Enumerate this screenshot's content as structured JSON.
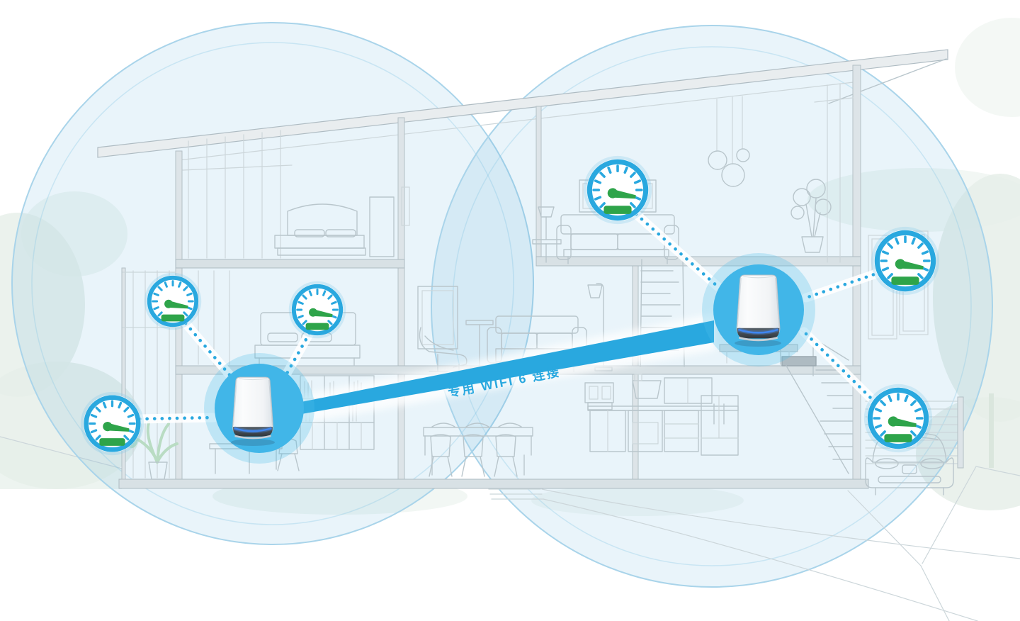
{
  "diagram": {
    "kind": "mesh-wifi-whole-home-coverage-illustration",
    "connection_label": "专用 WIFI 6 连接",
    "links": {
      "backhaul": {
        "style": "solid-band",
        "label": "专用 WIFI 6 连接"
      },
      "client_links": {
        "style": "dotted",
        "count": 6
      }
    },
    "nodes": {
      "routers": [
        {
          "name": "mesh-router-left",
          "icon": "orbi-router-icon",
          "location": "lower-floor-left"
        },
        {
          "name": "mesh-router-right",
          "icon": "orbi-router-icon",
          "location": "upper-floor-right"
        }
      ],
      "speed_gauges": [
        {
          "name": "speed-gauge-1",
          "icon": "speedometer-icon",
          "location": "upper-left-bedroom"
        },
        {
          "name": "speed-gauge-2",
          "icon": "speedometer-icon",
          "location": "middle-left-bedroom"
        },
        {
          "name": "speed-gauge-3",
          "icon": "speedometer-icon",
          "location": "outdoor-left"
        },
        {
          "name": "speed-gauge-4",
          "icon": "speedometer-icon",
          "location": "upper-middle-living-room"
        },
        {
          "name": "speed-gauge-5",
          "icon": "speedometer-icon",
          "location": "upper-right-terrace"
        },
        {
          "name": "speed-gauge-6",
          "icon": "speedometer-icon",
          "location": "garage-right"
        }
      ]
    },
    "colors": {
      "accent_blue": "#29A8DF",
      "gauge_green": "#2EA44A",
      "router_circle": "#41B6E8",
      "coverage_border": "#A9D4EA",
      "lineart_gray": "#BCC9CF",
      "background": "#FFFFFF"
    }
  }
}
